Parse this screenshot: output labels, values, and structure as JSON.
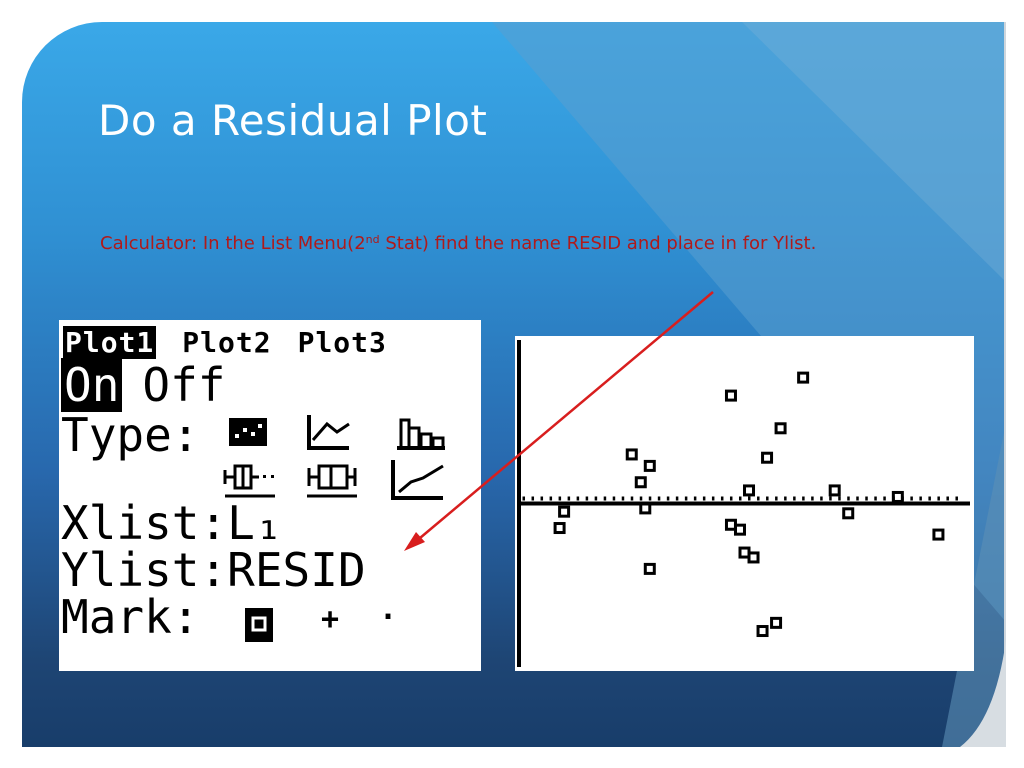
{
  "slide": {
    "title": "Do a Residual Plot",
    "body_prefix": "Calculator: In the List Menu(2",
    "body_sup": "nd",
    "body_suffix": " Stat) find the name RESID and place in for Ylist."
  },
  "calculator": {
    "plot_tabs": [
      "Plot1",
      "Plot2",
      "Plot3"
    ],
    "on_label": "On",
    "off_label": "Off",
    "type_label": "Type:",
    "xlist_text": "Xlist:L₁",
    "ylist_text": "Ylist:RESID",
    "mark_label": "Mark:",
    "mark_plus": "+",
    "mark_dot": "·"
  },
  "colors": {
    "accent_red": "#d81e1e",
    "body_text_red": "#b01a1a",
    "title_white": "#ffffff"
  },
  "chart_data": {
    "type": "scatter",
    "title": "",
    "xlabel": "",
    "ylabel": "",
    "xlim": [
      0,
      100
    ],
    "ylim": [
      -10,
      10
    ],
    "grid": false,
    "points": [
      {
        "x": 9,
        "y": -1.5
      },
      {
        "x": 10,
        "y": -0.5
      },
      {
        "x": 25,
        "y": 3.0
      },
      {
        "x": 27,
        "y": 1.3
      },
      {
        "x": 29,
        "y": 2.3
      },
      {
        "x": 28,
        "y": -0.3
      },
      {
        "x": 29,
        "y": -4.0
      },
      {
        "x": 47,
        "y": 6.6
      },
      {
        "x": 47,
        "y": -1.3
      },
      {
        "x": 49,
        "y": -1.6
      },
      {
        "x": 50,
        "y": -3.0
      },
      {
        "x": 51,
        "y": 0.8
      },
      {
        "x": 52,
        "y": -3.3
      },
      {
        "x": 54,
        "y": -7.8
      },
      {
        "x": 55,
        "y": 2.8
      },
      {
        "x": 57,
        "y": -7.3
      },
      {
        "x": 58,
        "y": 4.6
      },
      {
        "x": 63,
        "y": 7.7
      },
      {
        "x": 70,
        "y": 0.8
      },
      {
        "x": 73,
        "y": -0.6
      },
      {
        "x": 84,
        "y": 0.4
      },
      {
        "x": 93,
        "y": -1.9
      }
    ]
  }
}
